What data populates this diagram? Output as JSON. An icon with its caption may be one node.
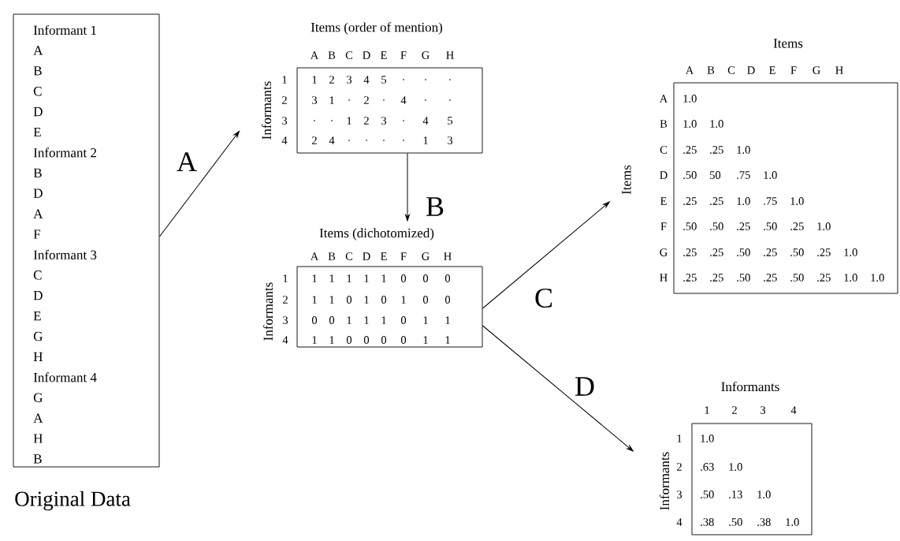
{
  "diagram": {
    "nodes": [
      {
        "text": [
          "Informant 1",
          "A",
          "B",
          "C",
          "D",
          "E",
          "Informant 2",
          "B",
          "D",
          "A",
          "F",
          "Informant 3",
          "C",
          "D",
          "E",
          "G",
          "H",
          "Informant 4",
          "G",
          "A",
          "H",
          "B"
        ],
        "beside": [
          "Original Data"
        ]
      },
      {
        "text": [
          "Items (order of mention)",
          "1",
          "2",
          "3",
          "4",
          "5",
          ".",
          ".",
          ".",
          "3",
          "1",
          ".",
          "2",
          ".",
          "4",
          ".",
          ".",
          ".",
          ".",
          "1",
          "2",
          "3",
          ".",
          "4",
          "5",
          "2",
          "4",
          ".",
          ".",
          ".",
          ".",
          "1",
          "3"
        ],
        "beside": [
          "A",
          "B",
          "C",
          "D",
          "E",
          "F",
          "G",
          "H",
          "Informants",
          "1",
          "2",
          "3",
          "4"
        ]
      },
      {
        "text": [
          "Items (dichotomized)",
          "1",
          "1",
          "1",
          "1",
          "1",
          "0",
          "0",
          "0",
          "1",
          "1",
          "0",
          "1",
          "0",
          "1",
          "0",
          "0",
          "0",
          "0",
          "1",
          "1",
          "1",
          "0",
          "1",
          "1",
          "1",
          "1",
          "0",
          "0",
          "0",
          "0",
          "1",
          "1"
        ],
        "beside": [
          "A",
          "B",
          "C",
          "D",
          "E",
          "F",
          "G",
          "H",
          "Informants",
          "1",
          "2",
          "3",
          "4"
        ]
      },
      {
        "text": [
          "Items",
          "1.0",
          "1.0",
          "1.0",
          ".25",
          ".25",
          "1.0",
          ".50",
          "50",
          ".75",
          "1.0",
          ".25",
          ".25",
          "1.0",
          ".75",
          "1.0",
          ".50",
          ".50",
          ".25",
          ".50",
          ".25",
          "1.0",
          ".25",
          ".25",
          ".50",
          ".25",
          ".50",
          ".25",
          "1.0",
          ".25",
          ".25",
          ".50",
          ".25",
          ".50",
          ".25",
          "1.0",
          "1.0"
        ],
        "beside": [
          "A",
          "B",
          "C",
          "D",
          "E",
          "F",
          "G",
          "H",
          "Items",
          "A",
          "B",
          "C",
          "D",
          "E",
          "F",
          "G",
          "H"
        ]
      },
      {
        "text": [
          "Informants",
          "1.0",
          ".63",
          "1.0",
          ".50",
          ".13",
          "1.0",
          ".38",
          ".50",
          ".38",
          "1.0"
        ],
        "beside": [
          "1",
          "2",
          "3",
          "4",
          "Informants",
          "1",
          "2",
          "3",
          "4"
        ]
      }
    ],
    "edges": [
      {
        "from": 0,
        "to": 1,
        "arrow": "to",
        "label": "A"
      },
      {
        "from": 1,
        "to": 2,
        "arrow": "to",
        "label": "B"
      },
      {
        "from": 2,
        "to": 3,
        "arrow": "to",
        "label": "C"
      },
      {
        "from": 2,
        "to": 4,
        "arrow": "to",
        "label": "D"
      }
    ]
  }
}
